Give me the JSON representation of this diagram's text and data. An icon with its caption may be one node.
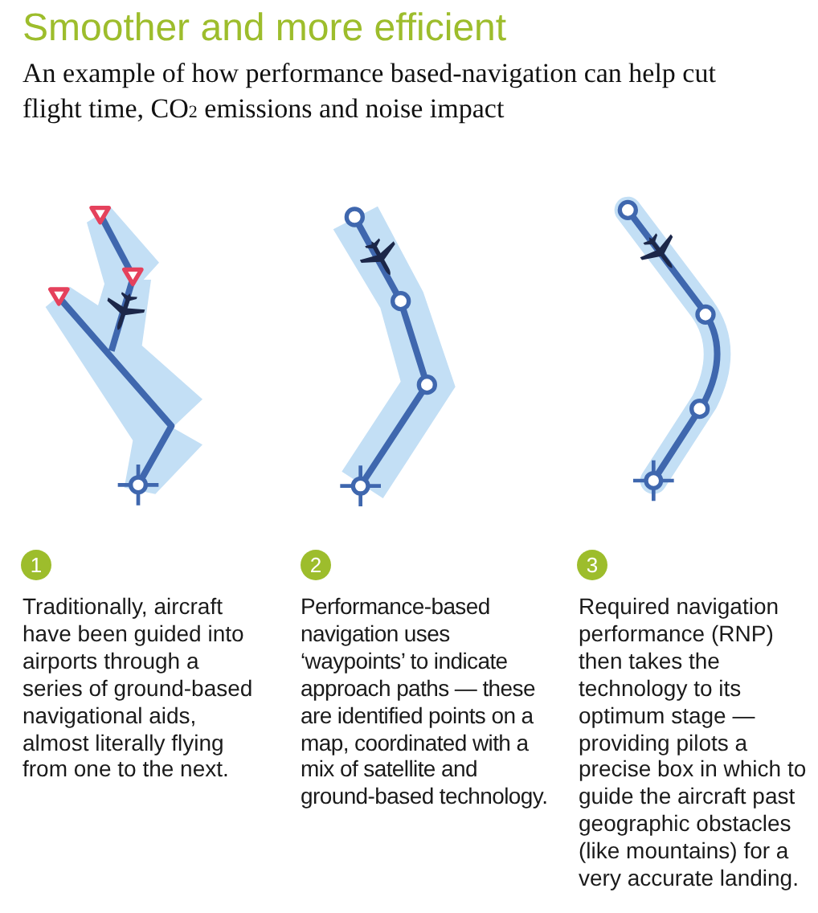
{
  "diagram": {
    "title": "Smoother and more efficient",
    "nodes": [
      {
        "text": [
          "1"
        ],
        "beside": [
          "Traditionally, aircraft have been guided into airports through a series of ground-based navigational aids, almost literally flying from one to the next."
        ]
      },
      {
        "text": [
          "2"
        ],
        "beside": [
          "Performance-based navigation uses ‘waypoints’ to indicate approach paths — these are identified points on a map, coordinated with a mix of satellite and ground-based technology."
        ]
      },
      {
        "text": [
          "3"
        ],
        "beside": [
          "Required navigation performance (RNP) then takes the technology to its optimum stage — providing pilots a precise box in which to guide the aircraft past geographic obstacles (like mountains) for a very accurate landing."
        ]
      }
    ],
    "labels": [
      "An example of how performance based-navigation can help cut flight time, CO$_{2}$ emissions and noise impact"
    ]
  }
}
